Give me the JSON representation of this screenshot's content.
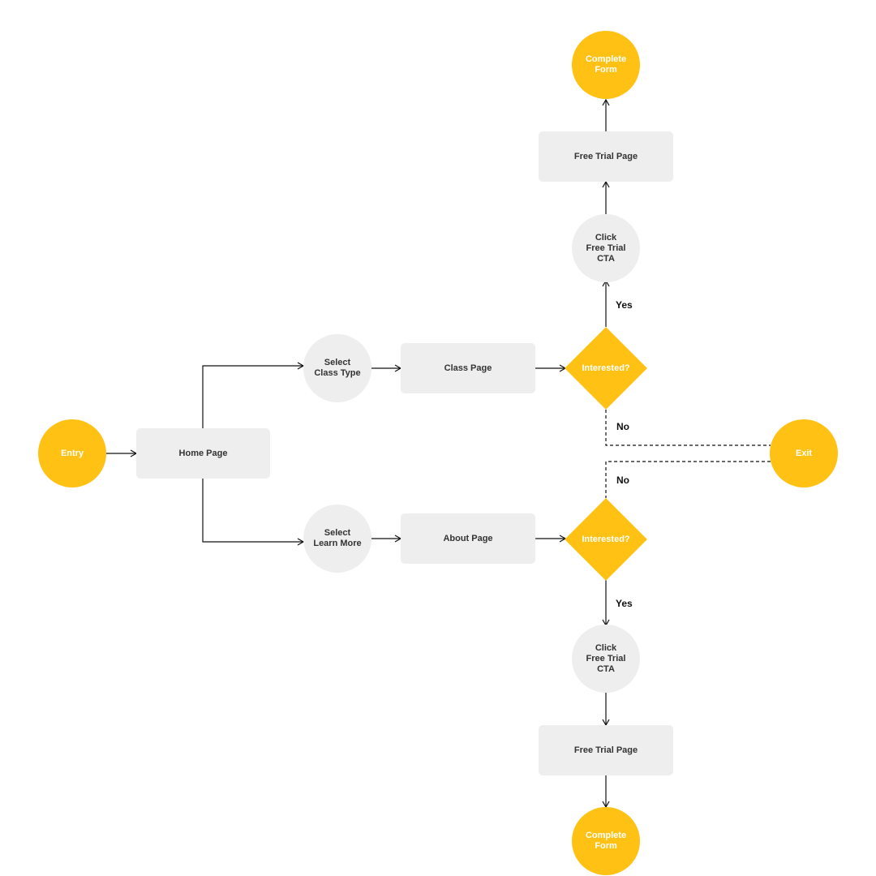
{
  "colors": {
    "accent": "#FFC113",
    "node_fill": "#EEEEEE",
    "line": "#111111"
  },
  "nodes": {
    "entry": "Entry",
    "home_page": "Home Page",
    "select_class_type": [
      "Select",
      "Class Type"
    ],
    "select_learn_more": [
      "Select",
      "Learn More"
    ],
    "class_page": "Class Page",
    "about_page": "About Page",
    "decision_top": "Interested?",
    "decision_bottom": "Interested?",
    "exit": "Exit",
    "cta_top": [
      "Click",
      "Free Trial",
      "CTA"
    ],
    "cta_bottom": [
      "Click",
      "Free Trial",
      "CTA"
    ],
    "free_trial_top": "Free Trial Page",
    "free_trial_bottom": "Free Trial Page",
    "complete_top": [
      "Complete",
      "Form"
    ],
    "complete_bottom": [
      "Complete",
      "Form"
    ]
  },
  "edge_labels": {
    "yes_top": "Yes",
    "no_top": "No",
    "no_bottom": "No",
    "yes_bottom": "Yes"
  }
}
